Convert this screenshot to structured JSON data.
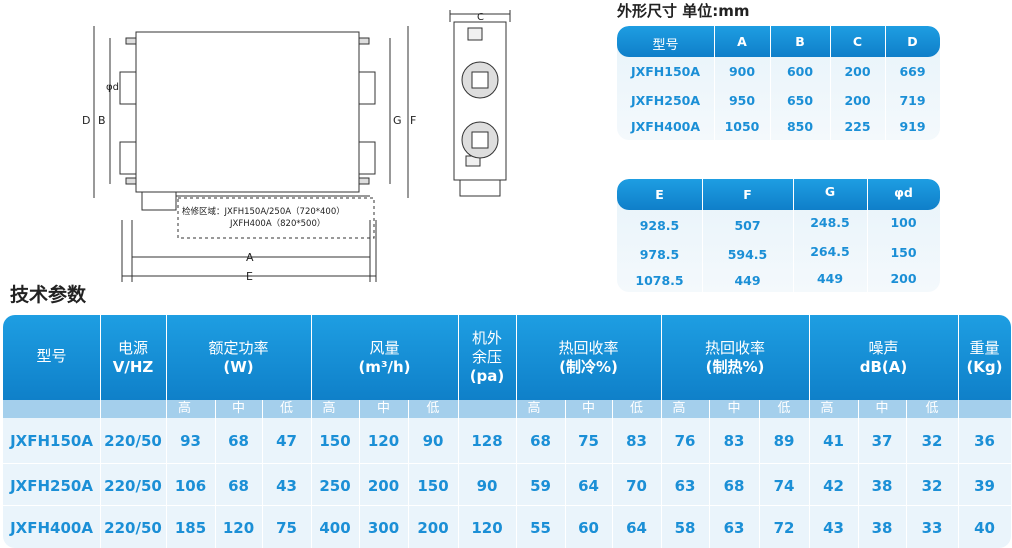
{
  "drawings": {
    "front_labels": {
      "d": "D",
      "b": "B",
      "g": "G",
      "f": "F",
      "phid": "φd",
      "a": "A",
      "e": "E",
      "service_line1": "检修区域：JXFH150A/250A（720*400）",
      "service_line2": "JXFH400A（820*500）"
    },
    "side_labels": {
      "c": "C"
    }
  },
  "dims_heading": "外形尺寸 单位:mm",
  "dims_table1": {
    "headers": [
      "型号",
      "A",
      "B",
      "C",
      "D"
    ],
    "rows": [
      [
        "JXFH150A",
        "900",
        "600",
        "200",
        "669"
      ],
      [
        "JXFH250A",
        "950",
        "650",
        "200",
        "719"
      ],
      [
        "JXFH400A",
        "1050",
        "850",
        "225",
        "919"
      ]
    ]
  },
  "dims_table2": {
    "headers": [
      "E",
      "F",
      "G",
      "φd"
    ],
    "rows": [
      [
        "928.5",
        "507",
        "248.5",
        "100"
      ],
      [
        "978.5",
        "594.5",
        "264.5",
        "150"
      ],
      [
        "1078.5",
        "449",
        "449",
        "200"
      ]
    ]
  },
  "tech_heading": "技术参数",
  "spec_table": {
    "groups": {
      "model": "型号",
      "power_l1": "电源",
      "power_l2": "V/HZ",
      "rated_l1": "额定功率",
      "rated_l2": "(W)",
      "airflow_l1": "风量",
      "airflow_l2": "(m³/h)",
      "pressure_l1": "机外",
      "pressure_l2": "余压",
      "pressure_l3": "(pa)",
      "hrc_l1": "热回收率",
      "hrc_l2": "(制冷%)",
      "hrh_l1": "热回收率",
      "hrh_l2": "(制热%)",
      "noise_l1": "噪声",
      "noise_l2": "dB(A)",
      "weight_l1": "重量",
      "weight_l2": "(Kg)"
    },
    "sub": {
      "high": "高",
      "mid": "中",
      "low": "低"
    },
    "rows": [
      [
        "JXFH150A",
        "220/50",
        "93",
        "68",
        "47",
        "150",
        "120",
        "90",
        "128",
        "68",
        "75",
        "83",
        "76",
        "83",
        "89",
        "41",
        "37",
        "32",
        "36"
      ],
      [
        "JXFH250A",
        "220/50",
        "106",
        "68",
        "43",
        "250",
        "200",
        "150",
        "90",
        "59",
        "64",
        "70",
        "63",
        "68",
        "74",
        "42",
        "38",
        "32",
        "39"
      ],
      [
        "JXFH400A",
        "220/50",
        "185",
        "120",
        "75",
        "400",
        "300",
        "200",
        "120",
        "55",
        "60",
        "64",
        "58",
        "63",
        "72",
        "43",
        "38",
        "33",
        "40"
      ]
    ]
  }
}
